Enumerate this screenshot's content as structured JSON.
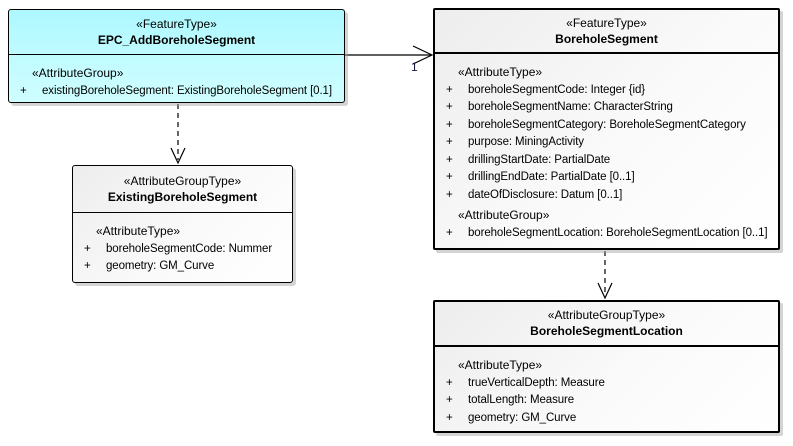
{
  "classes": [
    {
      "stereotype": "«FeatureType»",
      "name": "EPC_AddBoreholeSegment",
      "rows": [
        {
          "kind": "group",
          "text": "«AttributeGroup»"
        },
        {
          "kind": "attr",
          "vis": "+",
          "text": "existingBoreholeSegment: ExistingBoreholeSegment [0.1]"
        }
      ]
    },
    {
      "stereotype": "«FeatureType»",
      "name": "BoreholeSegment",
      "rows": [
        {
          "kind": "group",
          "text": "«AttributeType»"
        },
        {
          "kind": "attr",
          "vis": "+",
          "text": "boreholeSegmentCode: Integer {id}"
        },
        {
          "kind": "attr",
          "vis": "+",
          "text": "boreholeSegmentName: CharacterString"
        },
        {
          "kind": "attr",
          "vis": "+",
          "text": "boreholeSegmentCategory: BoreholeSegmentCategory"
        },
        {
          "kind": "attr",
          "vis": "+",
          "text": "purpose: MiningActivity"
        },
        {
          "kind": "attr",
          "vis": "+",
          "text": "drillingStartDate: PartialDate"
        },
        {
          "kind": "attr",
          "vis": "+",
          "text": "drillingEndDate: PartialDate [0..1]"
        },
        {
          "kind": "attr",
          "vis": "+",
          "text": "dateOfDisclosure: Datum [0..1]"
        },
        {
          "kind": "group",
          "text": "«AttributeGroup»"
        },
        {
          "kind": "attr",
          "vis": "+",
          "text": "boreholeSegmentLocation: BoreholeSegmentLocation [0..1]"
        }
      ]
    },
    {
      "stereotype": "«AttributeGroupType»",
      "name": "ExistingBoreholeSegment",
      "rows": [
        {
          "kind": "group",
          "text": "«AttributeType»"
        },
        {
          "kind": "attr",
          "vis": "+",
          "text": "boreholeSegmentCode: Nummer"
        },
        {
          "kind": "attr",
          "vis": "+",
          "text": "geometry: GM_Curve"
        }
      ]
    },
    {
      "stereotype": "«AttributeGroupType»",
      "name": "BoreholeSegmentLocation",
      "rows": [
        {
          "kind": "group",
          "text": "«AttributeType»"
        },
        {
          "kind": "attr",
          "vis": "+",
          "text": "trueVerticalDepth: Measure"
        },
        {
          "kind": "attr",
          "vis": "+",
          "text": "totalLength: Measure"
        },
        {
          "kind": "attr",
          "vis": "+",
          "text": "geometry: GM_Curve"
        }
      ]
    }
  ],
  "connectors": {
    "association_multiplicity": "1"
  },
  "colors": {
    "feature_type_fill": "#b5faff",
    "default_fill": "#f0f0f0",
    "border": "#000000"
  }
}
